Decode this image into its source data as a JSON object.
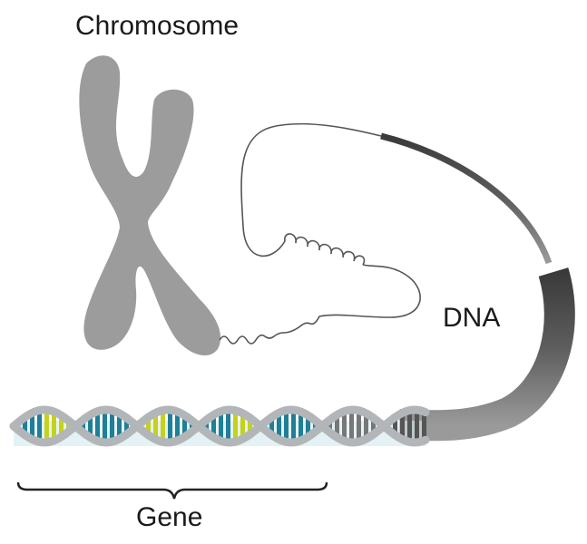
{
  "labels": {
    "chromosome": "Chromosome",
    "dna": "DNA",
    "gene": "Gene"
  },
  "colors": {
    "chromosome": "#9c9c9c",
    "backbone": "#b3b6b9",
    "base_teal": "#1f7f96",
    "base_yellow": "#c4d21b",
    "dna_dark": "#4a4a4a",
    "strand": "#555555"
  }
}
